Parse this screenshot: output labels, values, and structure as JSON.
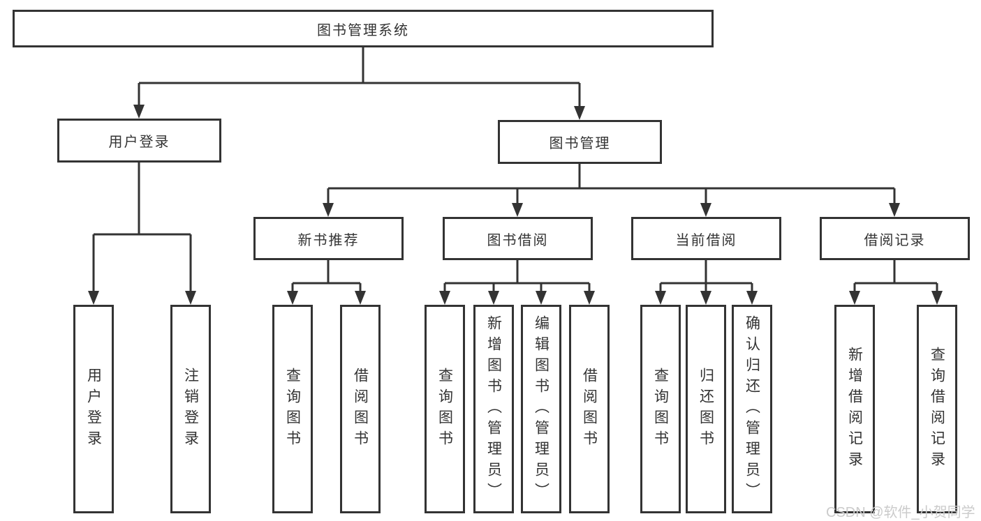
{
  "root": {
    "label": "图书管理系统"
  },
  "userLogin": {
    "label": "用户登录",
    "children": [
      {
        "label": "用户登录"
      },
      {
        "label": "注销登录"
      }
    ]
  },
  "bookMgmt": {
    "label": "图书管理",
    "children": [
      {
        "label": "新书推荐",
        "children": [
          {
            "label": "查询图书"
          },
          {
            "label": "借阅图书"
          }
        ]
      },
      {
        "label": "图书借阅",
        "children": [
          {
            "label": "查询图书"
          },
          {
            "label": "新增图书（管理员）"
          },
          {
            "label": "编辑图书（管理员）"
          },
          {
            "label": "借阅图书"
          }
        ]
      },
      {
        "label": "当前借阅",
        "children": [
          {
            "label": "查询图书"
          },
          {
            "label": "归还图书"
          },
          {
            "label": "确认归还（管理员）"
          }
        ]
      },
      {
        "label": "借阅记录",
        "children": [
          {
            "label": "新增借阅记录"
          },
          {
            "label": "查询借阅记录"
          }
        ]
      }
    ]
  },
  "watermark": {
    "text": "CSDN @软件_小贺同学"
  },
  "colors": {
    "line": "#333333",
    "text": "#333333",
    "box_fill": "#ffffff",
    "background": "#ffffff",
    "watermark": "#cbcbcb"
  }
}
